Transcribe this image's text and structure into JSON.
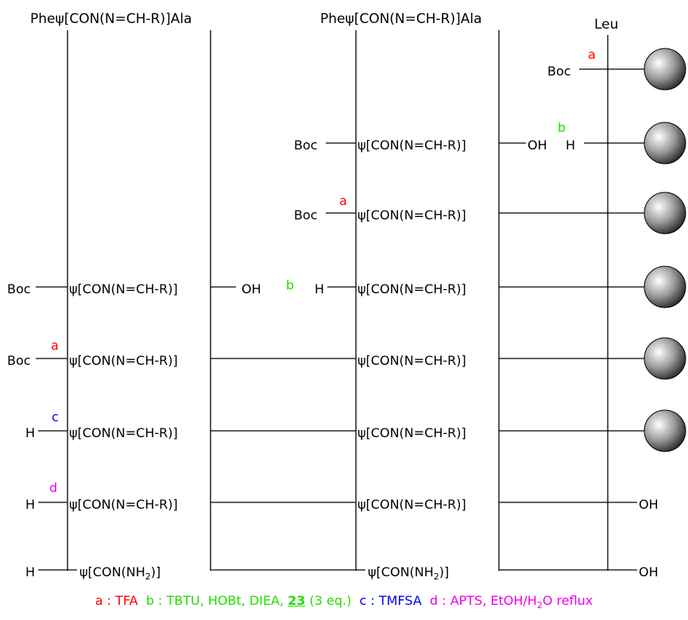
{
  "colors": {
    "a": "#ff0000",
    "b": "#22dd00",
    "c": "#0000ee",
    "d": "#ee00ee",
    "line": "#000000"
  },
  "headers": {
    "left": "Pheψ[CON(N=CH-R)]Ala",
    "middle": "Pheψ[CON(N=CH-R)]Ala",
    "right": "Leu"
  },
  "fragments": {
    "psi_hydrazone": "ψ[CON(N=CH-R)]",
    "psi_hydrazide": "ψ[CON(NH",
    "psi_hydrazide_sub": "2",
    "psi_hydrazide_close": ")]",
    "boc": "Boc",
    "h": "H",
    "oh": "OH"
  },
  "step_labels": {
    "a": "a",
    "b": "b",
    "c": "c",
    "d": "d"
  },
  "legend": {
    "a_key": "a : ",
    "a_text": "TFA",
    "b_key": "b : ",
    "b_text": "TBTU, HOBt, DIEA, ",
    "b_compound": "23",
    "b_eq": " (3 eq.)",
    "c_key": "c : ",
    "c_text": "TMFSA",
    "d_key": "d : ",
    "d_text1": "APTS",
    "d_comma": ", ",
    "d_text2": "EtOH/H",
    "d_sub": "2",
    "d_text3": "O reflux"
  }
}
